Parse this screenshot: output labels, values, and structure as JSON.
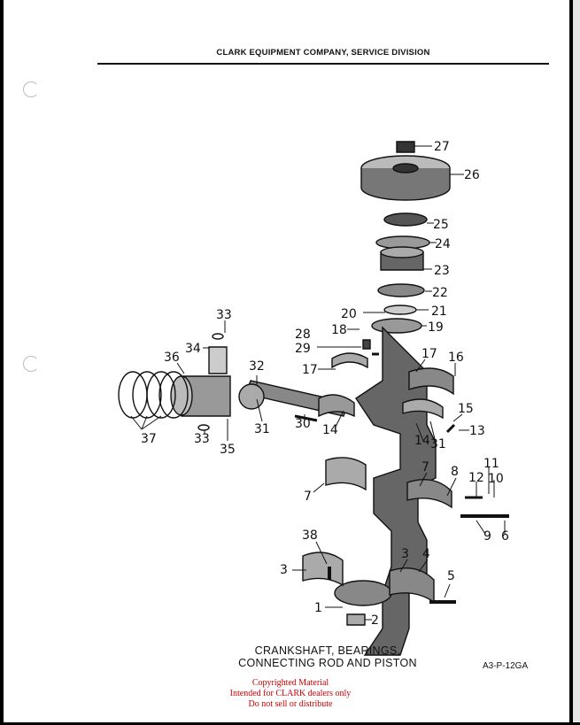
{
  "header": {
    "title": "CLARK EQUIPMENT COMPANY, SERVICE DIVISION"
  },
  "caption": {
    "line1": "CRANKSHAFT, BEARINGS,",
    "line2": "CONNECTING ROD AND PISTON"
  },
  "figure_code": "A3-P-12GA",
  "notice": {
    "line1": "Copyrighted Material",
    "line2": "Intended for CLARK dealers only",
    "line3": "Do not sell or distribute"
  },
  "labels": {
    "l1": "1",
    "l2": "2",
    "l3a": "3",
    "l3b": "3",
    "l4": "4",
    "l5": "5",
    "l6": "6",
    "l7a": "7",
    "l7b": "7",
    "l8": "8",
    "l9": "9",
    "l10": "10",
    "l11": "11",
    "l12": "12",
    "l13": "13",
    "l14a": "14",
    "l14b": "14",
    "l15": "15",
    "l16": "16",
    "l17a": "17",
    "l17b": "17",
    "l18": "18",
    "l19": "19",
    "l20": "20",
    "l21": "21",
    "l22": "22",
    "l23": "23",
    "l24": "24",
    "l25": "25",
    "l26": "26",
    "l27": "27",
    "l28": "28",
    "l29": "29",
    "l30": "30",
    "l31a": "31",
    "l31b": "31",
    "l32": "32",
    "l33a": "33",
    "l33b": "33",
    "l34": "34",
    "l35": "35",
    "l36": "36",
    "l37": "37",
    "l38": "38"
  }
}
